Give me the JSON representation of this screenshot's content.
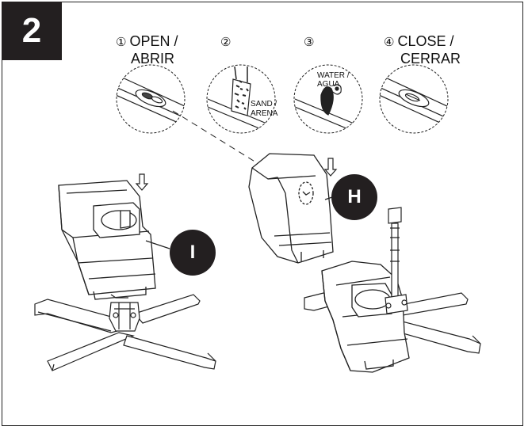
{
  "step": {
    "number": "2"
  },
  "steps": [
    {
      "num": "①",
      "line1": "OPEN /",
      "line2": "ABRIR"
    },
    {
      "num": "②",
      "line1": "",
      "line2": ""
    },
    {
      "num": "③",
      "line1": "",
      "line2": ""
    },
    {
      "num": "④",
      "line1": "CLOSE /",
      "line2": "CERRAR"
    }
  ],
  "detail_labels": {
    "sand": "SAND /",
    "arena": "ARENA",
    "water": "WATER /",
    "agua": "AGUA"
  },
  "callouts": {
    "h": "H",
    "i": "I"
  },
  "colors": {
    "badge": "#231f20",
    "line": "#222222"
  }
}
